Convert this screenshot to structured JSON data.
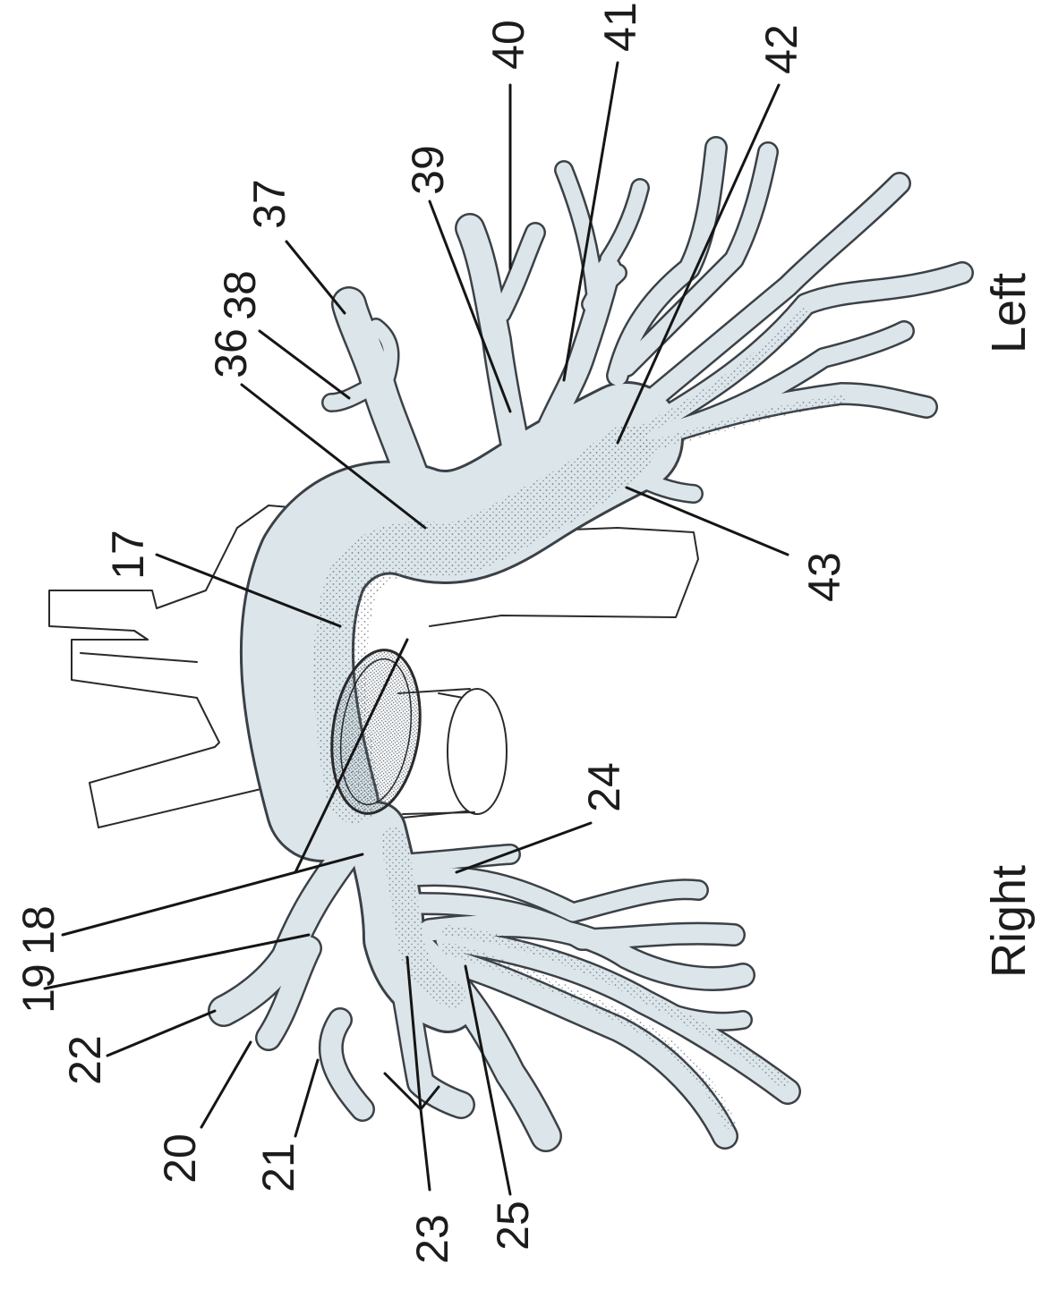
{
  "figure": {
    "labels": [
      "17",
      "18",
      "19",
      "20",
      "21",
      "22",
      "23",
      "24",
      "25",
      "36",
      "37",
      "38",
      "39",
      "40",
      "41",
      "42",
      "43"
    ],
    "sides": {
      "right": "Right",
      "left": "Left"
    }
  },
  "colors": {
    "vessel_fill": "#dce6ea",
    "vessel_outline": "#3b4146",
    "stipple": "#5f6f7a",
    "line": "#151515",
    "background": "#ffffff"
  }
}
